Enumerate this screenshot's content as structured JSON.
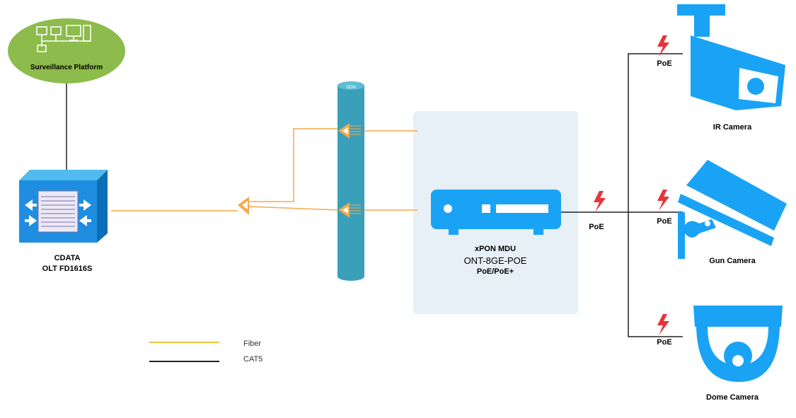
{
  "platform": {
    "label": "Surveillance Platform"
  },
  "olt": {
    "brand": "CDATA",
    "model": "OLT FD1616S"
  },
  "odn": {
    "label": "ODN"
  },
  "mdu": {
    "title": "xPON MDU",
    "model": "ONT-8GE-POE",
    "poe": "PoE/PoE+"
  },
  "poe_labels": {
    "mdu": "PoE",
    "ir": "PoE",
    "gun": "PoE",
    "dome": "PoE"
  },
  "cameras": {
    "ir": "IR Camera",
    "gun": "Gun Camera",
    "dome": "Dome Camera"
  },
  "legend": {
    "fiber": "Fiber",
    "cat5": "CAT5"
  },
  "colors": {
    "fiber": "#f5a94a",
    "cat5": "#222222",
    "camera_blue": "#1aa3f5",
    "platform_green": "#8dbb4c",
    "odn_teal": "#3aa0ba",
    "mdu_panel": "#e6f0f6",
    "bolt_red": "#e8333a",
    "legend_fiber": "#f6c33c"
  }
}
